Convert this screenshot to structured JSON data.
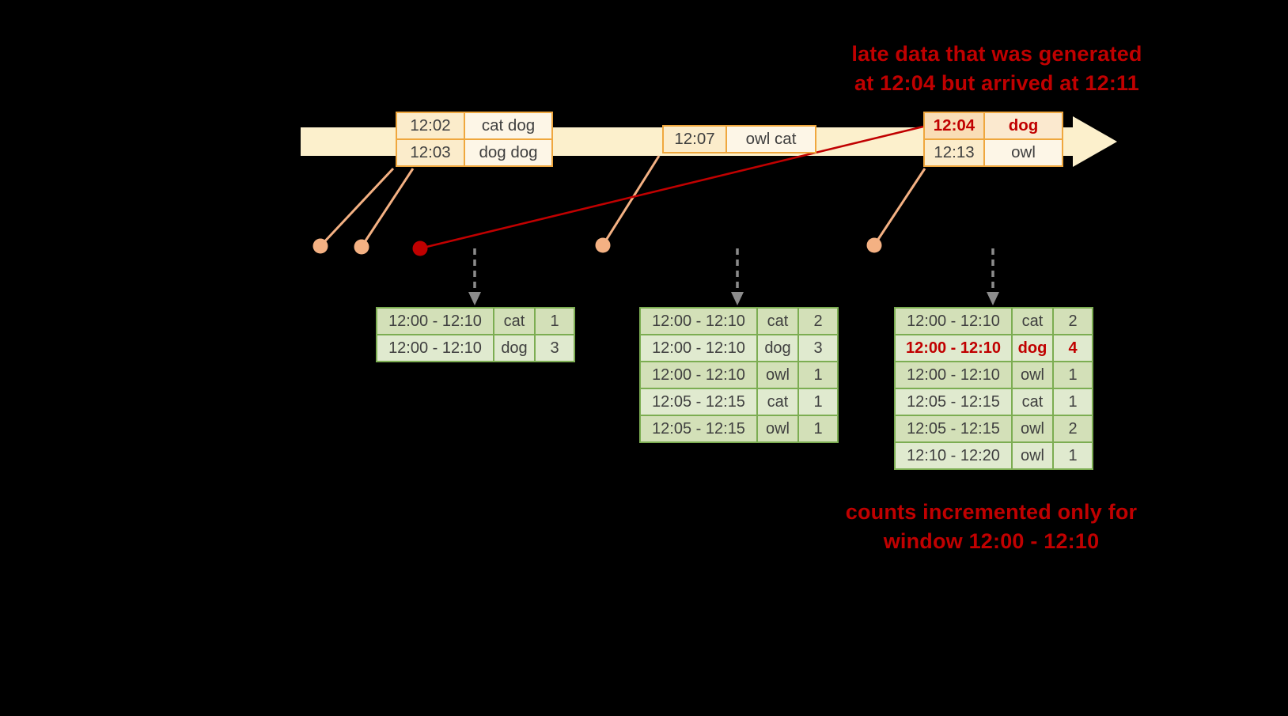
{
  "colors": {
    "bg": "#000000",
    "red": "#c00000",
    "timeline": "#fcf0cc",
    "box-border": "#efa73e",
    "box-time-fill": "#fbeccb",
    "box-word-fill": "#fdf6e7",
    "box-hot-time-fill": "#f9ddb6",
    "box-hot-word-fill": "#fbe9cf",
    "salmon": "#f4b183",
    "gray-arrow": "#8c8c8c",
    "table-border": "#7cad52",
    "table-fill-a": "#d3e0b8",
    "table-fill-b": "#e0eacf",
    "table-text": "#3f3f3f"
  },
  "annotations": {
    "late_data_line1": "late data that was generated",
    "late_data_line2": "at 12:04 but arrived at 12:11",
    "counts_line1": "counts incremented only for",
    "counts_line2": "window 12:00 - 12:10"
  },
  "events": [
    {
      "name": "event-box-1",
      "rows": [
        {
          "time": "12:02",
          "words": "cat dog",
          "highlight": false
        },
        {
          "time": "12:03",
          "words": "dog dog",
          "highlight": false
        }
      ]
    },
    {
      "name": "event-box-2",
      "rows": [
        {
          "time": "12:07",
          "words": "owl cat",
          "highlight": false
        }
      ]
    },
    {
      "name": "event-box-3",
      "rows": [
        {
          "time": "12:04",
          "words": "dog",
          "highlight": true
        },
        {
          "time": "12:13",
          "words": "owl",
          "highlight": false
        }
      ]
    }
  ],
  "result_tables": [
    {
      "name": "result-table-1",
      "rows": [
        {
          "window": "12:00 - 12:10",
          "word": "cat",
          "count": "1",
          "highlight": false
        },
        {
          "window": "12:00 - 12:10",
          "word": "dog",
          "count": "3",
          "highlight": false
        }
      ]
    },
    {
      "name": "result-table-2",
      "rows": [
        {
          "window": "12:00 - 12:10",
          "word": "cat",
          "count": "2",
          "highlight": false
        },
        {
          "window": "12:00 - 12:10",
          "word": "dog",
          "count": "3",
          "highlight": false
        },
        {
          "window": "12:00 - 12:10",
          "word": "owl",
          "count": "1",
          "highlight": false
        },
        {
          "window": "12:05 - 12:15",
          "word": "cat",
          "count": "1",
          "highlight": false
        },
        {
          "window": "12:05 - 12:15",
          "word": "owl",
          "count": "1",
          "highlight": false
        }
      ]
    },
    {
      "name": "result-table-3",
      "rows": [
        {
          "window": "12:00 - 12:10",
          "word": "cat",
          "count": "2",
          "highlight": false
        },
        {
          "window": "12:00 - 12:10",
          "word": "dog",
          "count": "4",
          "highlight": true
        },
        {
          "window": "12:00 - 12:10",
          "word": "owl",
          "count": "1",
          "highlight": false
        },
        {
          "window": "12:05 - 12:15",
          "word": "cat",
          "count": "1",
          "highlight": false
        },
        {
          "window": "12:05 - 12:15",
          "word": "owl",
          "count": "2",
          "highlight": false
        },
        {
          "window": "12:10 - 12:20",
          "word": "owl",
          "count": "1",
          "highlight": false
        }
      ]
    }
  ]
}
